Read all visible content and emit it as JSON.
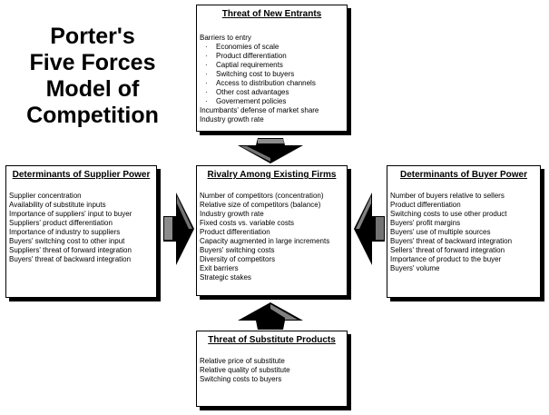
{
  "title": {
    "line1": "Porter's",
    "line2": "Five Forces",
    "line3": "Model of",
    "line4": "Competition"
  },
  "boxes": {
    "new_entrants": {
      "heading": "Threat of New Entrants",
      "items": [
        "Barriers to entry",
        "Economies of scale",
        "Product differentiation",
        "Captial requirements",
        "Switching cost to buyers",
        "Access to distribution channels",
        "Other cost advantages",
        "Governement policies",
        "Incumbants' defense of market share",
        "Industry growth rate"
      ]
    },
    "rivalry": {
      "heading": "Rivalry Among Existing Firms",
      "items": [
        "Number of competitors (concentration)",
        "Relative size of competitors (balance)",
        "Industry growth rate",
        "Fixed costs vs. variable costs",
        "Product differentiation",
        "Capacity augmented in large increments",
        "Buyers' switching costs",
        "Diversity of competitors",
        "Exit barriers",
        "Strategic stakes"
      ]
    },
    "supplier": {
      "heading": "Determinants of Supplier Power",
      "items": [
        "Supplier concentration",
        "Availability of substitute inputs",
        "Importance of suppliers' input to buyer",
        "Suppliers' product differentiation",
        "Importance of industry to suppliers",
        "Buyers' switching cost to other input",
        "Suppliers' threat of forward integration",
        "Buyers' threat of backward integration"
      ]
    },
    "buyer": {
      "heading": "Determinants of Buyer Power",
      "items": [
        "Number of buyers relative to sellers",
        "Product differentiation",
        "Switching costs to use other product",
        "Buyers' profit margins",
        "Buyers' use of multiple sources",
        "Buyers' threat of backward integration",
        "Sellers' threat of forward integration",
        "Importance of product to the buyer",
        "Buyers' volume"
      ]
    },
    "substitute": {
      "heading": "Threat of Substitute Products",
      "items": [
        "Relative price of substitute",
        "Relative quality of substitute",
        "Switching costs to buyers"
      ]
    }
  },
  "bullet": "·",
  "colors": {
    "arrow_fill": "#000000",
    "arrow_highlight": "#ffffff",
    "shadow": "#000000"
  }
}
